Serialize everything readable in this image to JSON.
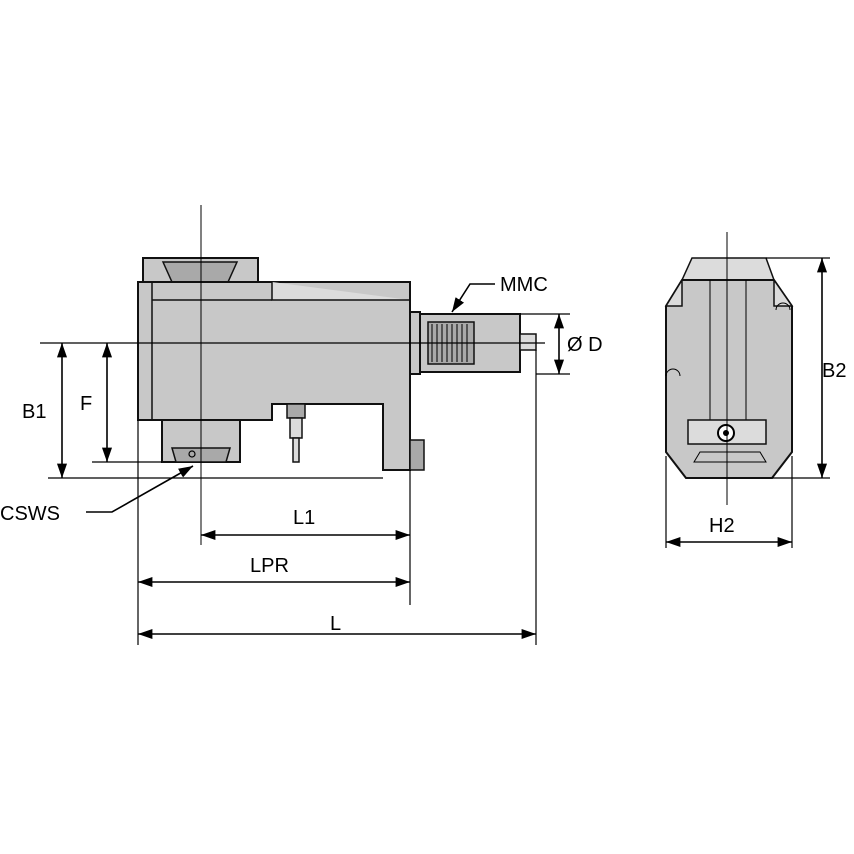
{
  "labels": {
    "mmc": "MMC",
    "od": "Ø D",
    "b1": "B1",
    "f": "F",
    "cswc": "CSWS",
    "l1": "L1",
    "lpr": "LPR",
    "l": "L",
    "b2": "B2",
    "h2": "H2"
  },
  "colors": {
    "body": "#c8c8c8",
    "shade": "#a9a9a9",
    "highlight": "#dcdcdc",
    "line": "#000000"
  }
}
